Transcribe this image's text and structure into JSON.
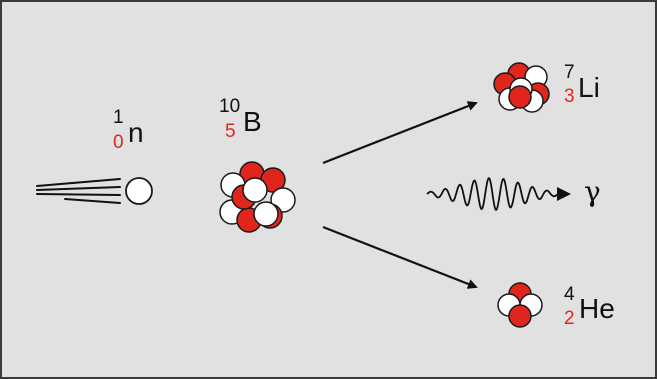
{
  "colors": {
    "background": "#e1e1e1",
    "border": "#3a3a3a",
    "proton": "#e0261c",
    "neutron": "#ffffff",
    "outline": "#1a1a1a",
    "atomic_number": "#e0261c"
  },
  "particles": {
    "neutron": {
      "mass": "1",
      "atomic": "0",
      "symbol": "n"
    },
    "boron": {
      "mass": "10",
      "atomic": "5",
      "symbol": "B"
    },
    "lithium": {
      "mass": "7",
      "atomic": "3",
      "symbol": "Li"
    },
    "helium": {
      "mass": "4",
      "atomic": "2",
      "symbol": "He"
    },
    "gamma": {
      "symbol": "γ"
    }
  }
}
